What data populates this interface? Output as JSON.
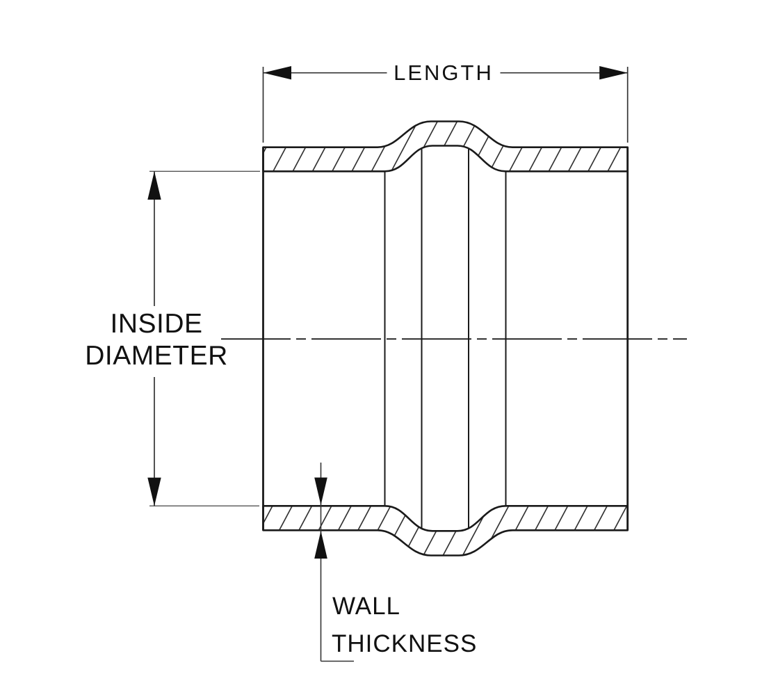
{
  "drawing": {
    "type": "technical-cross-section",
    "labels": {
      "length": "LENGTH",
      "inside_diameter": [
        "INSIDE",
        "DIAMETER"
      ],
      "wall_thickness": [
        "WALL",
        "THICKNESS"
      ]
    },
    "colors": {
      "background": "#ffffff",
      "outline": "#1a1a1a",
      "hatch": "#1a1a1a",
      "dimension_line": "#333333",
      "extension_line": "#555555",
      "arrow_fill": "#111111",
      "text": "#111111"
    }
  }
}
